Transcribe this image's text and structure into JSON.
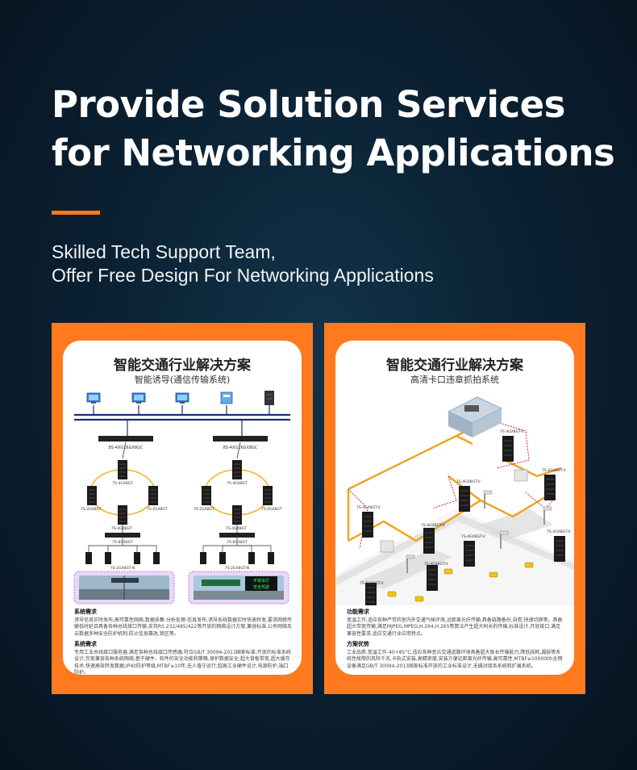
{
  "hero": {
    "title_line1": "Provide Solution Services",
    "title_line2": "for Networking Applications",
    "subtitle_line1": "Skilled Tech Support Team,",
    "subtitle_line2": "Offer Free Design For Networking Applications"
  },
  "colors": {
    "accent": "#ff7a1e",
    "background": "#0b2234"
  },
  "cards": [
    {
      "title": "智能交通行业解决方案",
      "subtitle": "智能诱导(通信传输系统)",
      "labels": {
        "core1": "8S-4XG16GX8GC",
        "core2": "8S-4XG16GX8GC",
        "ring_top1": "7S-4GX8GT",
        "ring_top2": "7S-4GX8GT",
        "ring_left1": "7S-2GX8GT",
        "ring_right1": "7S-2GX8GT",
        "ring_left2": "7S-2GX8GT",
        "ring_right2": "7S-2GX8GT",
        "ring_bottom1": "7S-4GX8GT",
        "ring_bottom2": "7S-4GX8GT",
        "agg1": "7S-8GX8GT",
        "agg2": "7S-8GX8GT",
        "edge1": "7S-2GX8GT-N",
        "edge2": "7S-2GX8GT-N",
        "sign_line1": "平安出行",
        "sign_line2": "安全驾驶"
      },
      "section1_title": "系统需求",
      "section1_text": "诱导信息实时发布,高可靠性网络,数据采集-分析处理-信息发布,诱导系统数据实时快速转发,要求网络传输低时延且具备各种总线接口传输,支持RS 232/485/422等开放的网络设计方案,兼容标准,公有网络及云数据多种安全防护机制,防止信息篡改,锁区等。",
      "section2_title": "系统需求",
      "section2_text": "专用工业总线接口服务器,满足各种总线接口传感器;符合GB/T 30094-2013国家标准;开放的标准系统设计,完美兼容各种系统网络;基于硬件、软件的安全功能和策略,保护数据安全;超大背板带宽,超大缓存技术,快速高效转发数据;IP40防护等级,MTBF≥10年,无人值守运行;超高工业硬件设计,电源防护,端口防护。"
    },
    {
      "title": "智能交通行业解决方案",
      "subtitle": "高清卡口违章抓拍系统",
      "labels": {
        "sw_top": "7S-4GX8GT-V",
        "sw_right": "7S-2GX8GT-V",
        "sw_mid": "7S-4GX8GT-V",
        "sw_left": "7S-4GX8GT-V",
        "sw_center": "7S-4GX8GT-V",
        "sw_center2": "7S-4GX8GT-V",
        "sw_right2": "7S-2GX8GT-V",
        "sw_bottom": "7S-4GX8GT-V",
        "sw_bottom_left": "7S-2GX8GT-V"
      },
      "section1_title": "功能需求",
      "section1_text": "宽温工作,适应各种严苛的室内外交通气候环境,远距离光纤传输,具备链路备份,自愈,快速切换等。具备超大带宽传输,满足MJPEG,MPEG,H.264,H.265等算法产生超大码长的传输,标准设计,开放接口,满足兼容性要求,适应交通行业应用特点。",
      "section2_title": "方案优势",
      "section2_text": "工业品质,宽温工作-40+85°C,适应各种恶劣交通道路环境具备超大板长传输能力,降低损耗,漏损等系统性故障的风险千兆,卡轨式安装,高精密度,安装方便远距离光纤传输,高可靠性,MTBF≥100000h全网设备满足GB/T 30094-2013国家标准开放的工业标准设计,无缝对接各系统和扩展系统。"
    }
  ]
}
